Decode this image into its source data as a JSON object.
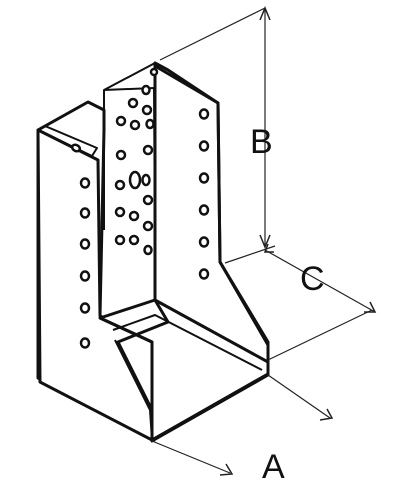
{
  "figure": {
    "labels": {
      "a": "A",
      "b": "B",
      "c": "C"
    },
    "colors": {
      "line": "#111111",
      "dimension": "#222222",
      "background": "#ffffff"
    }
  }
}
